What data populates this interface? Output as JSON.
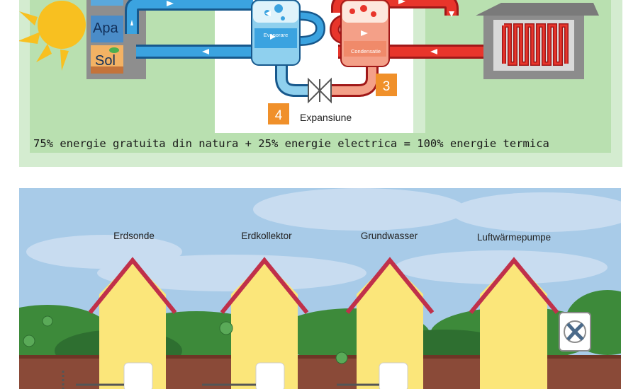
{
  "top_diagram": {
    "sources": {
      "water_label": "Apa",
      "soil_label": "Sol"
    },
    "components": {
      "evaporator_label": "Evaporare",
      "condenser_label": "Condensatie",
      "expansion_label": "Expansiune"
    },
    "step_badges": {
      "condenser_step": "3",
      "expansion_step": "4"
    },
    "energy_equation": "75% energie gratuita din natura + 25% energie electrica = 100% energie termica"
  },
  "bottom_diagram": {
    "house_labels": [
      "Erdsonde",
      "Erdkollektor",
      "Grundwasser",
      "Luftwärmepumpe"
    ]
  },
  "colors": {
    "panel_green": "#d4ecd0",
    "cold_loop_blue": "#3ba3e0",
    "hot_loop_red": "#e8352b",
    "step_badge_orange": "#f0902a",
    "house_yellow": "#fbe67a",
    "roof_red": "#c0304a",
    "sky_blue": "#a8cbe8",
    "soil_brown": "#8a4a38"
  }
}
